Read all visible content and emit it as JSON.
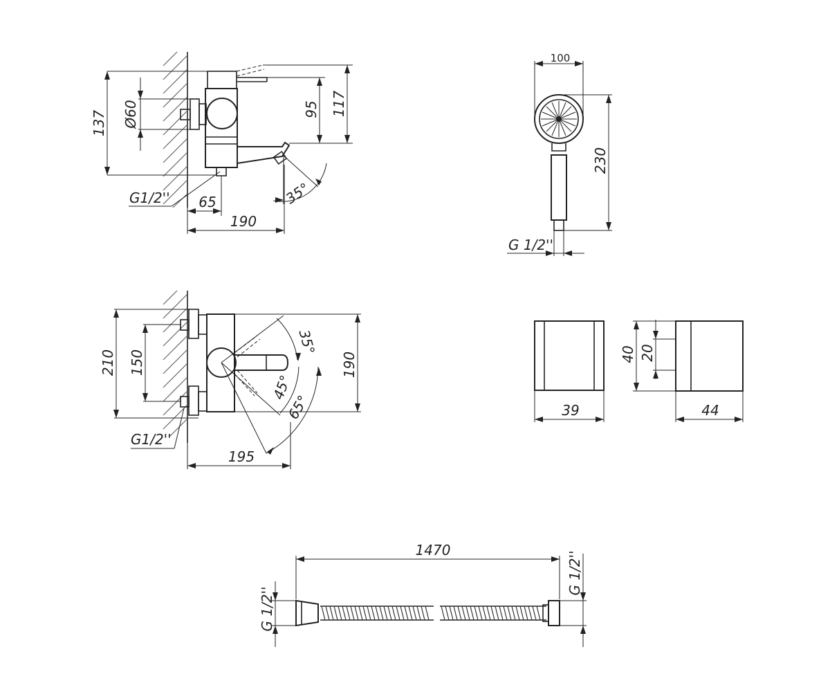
{
  "dims": {
    "side_height_137": "137",
    "side_dia_60": "Ø60",
    "side_95": "95",
    "side_117": "117",
    "side_thread": "G1/2''",
    "side_65": "65",
    "side_190": "190",
    "side_angle_35": "35°",
    "top_210": "210",
    "top_150": "150",
    "top_190": "190",
    "top_195": "195",
    "top_thread": "G1/2''",
    "top_angle_35": "35°",
    "top_angle_45": "45°",
    "top_angle_65": "65°",
    "head_100": "100",
    "head_230": "230",
    "head_thread": "G 1/2''",
    "holder_39": "39",
    "holder_40": "40",
    "holder_20": "20",
    "holder_44": "44",
    "hose_1470": "1470",
    "hose_thread_left": "G 1/2''",
    "hose_thread_right": "G 1/2''"
  }
}
